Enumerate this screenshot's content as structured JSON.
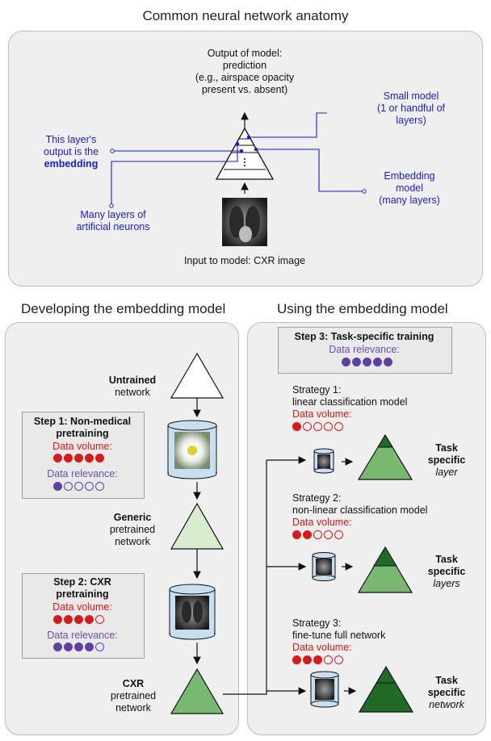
{
  "top": {
    "title": "Common neural network anatomy",
    "output_label_1": "Output of model:",
    "output_label_2": "prediction",
    "output_label_3": "(e.g., airspace opacity",
    "output_label_4": "present vs. absent)",
    "small_model_1": "Small model",
    "small_model_2": "(1 or handful of",
    "small_model_3": "layers)",
    "embedding_layer_1": "This layer's",
    "embedding_layer_2": "output is the",
    "embedding_layer_3": "embedding",
    "embedding_model_1": "Embedding",
    "embedding_model_2": "model",
    "embedding_model_3": "(many layers)",
    "many_layers_1": "Many layers of",
    "many_layers_2": "artificial neurons",
    "input_label": "Input to model: CXR image"
  },
  "left": {
    "title": "Developing the embedding model",
    "untrained_bold": "Untrained",
    "untrained_rest": "network",
    "step1_title_1": "Step 1: Non-medical",
    "step1_title_2": "pretraining",
    "step1_volume_label": "Data volume:",
    "step1_volume": 5,
    "step1_relevance_label": "Data relevance:",
    "step1_relevance": 1,
    "generic_bold": "Generic",
    "generic_rest_1": "pretrained",
    "generic_rest_2": "network",
    "step2_title_1": "Step 2: CXR",
    "step2_title_2": "pretraining",
    "step2_volume_label": "Data volume:",
    "step2_volume": 4,
    "step2_relevance_label": "Data relevance:",
    "step2_relevance": 4,
    "cxr_bold": "CXR",
    "cxr_rest_1": "pretrained",
    "cxr_rest_2": "network"
  },
  "right": {
    "title": "Using the embedding model",
    "step3_title": "Step 3: Task-specific training",
    "step3_relevance_label": "Data relevance:",
    "step3_relevance": 5,
    "strategy1_1": "Strategy 1:",
    "strategy1_2": "linear classification model",
    "strategy1_volume_label": "Data volume:",
    "strategy1_volume": 1,
    "task1_1": "Task",
    "task1_2": "specific",
    "task1_3": "layer",
    "strategy2_1": "Strategy 2:",
    "strategy2_2": "non-linear classification model",
    "strategy2_volume_label": "Data volume:",
    "strategy2_volume": 2,
    "task2_1": "Task",
    "task2_2": "specific",
    "task2_3": "layers",
    "strategy3_1": "Strategy 3:",
    "strategy3_2": "fine-tune full network",
    "strategy3_volume_label": "Data volume:",
    "strategy3_volume": 3,
    "task3_1": "Task",
    "task3_2": "specific",
    "task3_3": "network"
  },
  "colors": {
    "annotation_blue": "#1a1adf",
    "volume_red": "#d91a1a",
    "relevance_purple": "#5d42a6",
    "generic_green": "#d8ecd0",
    "cxr_green": "#78b870",
    "task_dark_green": "#1f6b25"
  }
}
